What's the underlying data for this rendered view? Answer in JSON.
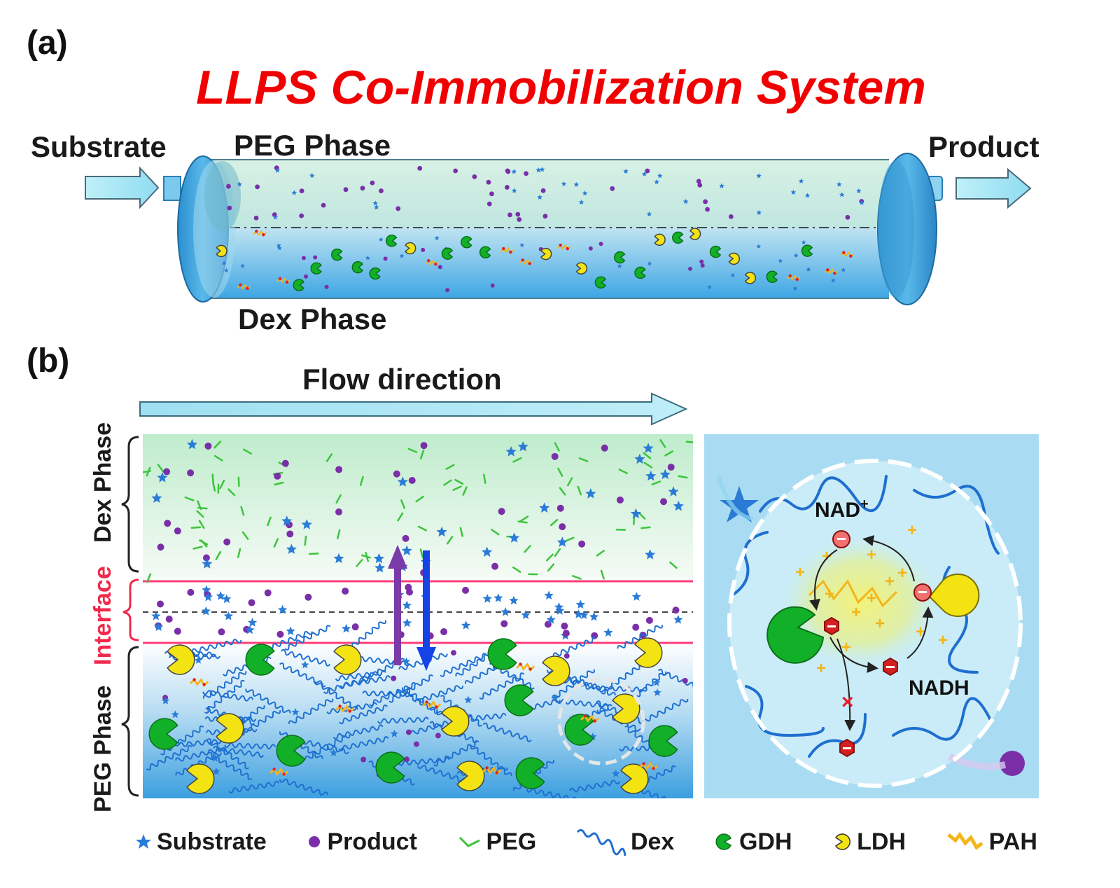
{
  "panel_a": {
    "label": "(a)",
    "title": "LLPS Co-Immobilization System",
    "substrate_label": "Substrate",
    "top_phase_label": "PEG Phase",
    "bottom_phase_label": "Dex Phase",
    "product_label": "Product"
  },
  "panel_b": {
    "label": "(b)",
    "flow_label": "Flow direction",
    "side_top": "Dex Phase",
    "side_interface": "Interface",
    "side_bottom": "PEG Phase",
    "inset_nad_plus": "NAD",
    "inset_nad_plus_sup": "+",
    "inset_nadh": "NADH"
  },
  "legend": {
    "items": [
      {
        "label": "Substrate",
        "icon": "star-icon"
      },
      {
        "label": "Product",
        "icon": "dot-icon"
      },
      {
        "label": "PEG",
        "icon": "peg-strand-icon"
      },
      {
        "label": "Dex",
        "icon": "dex-wave-icon"
      },
      {
        "label": "GDH",
        "icon": "gdh-icon"
      },
      {
        "label": "LDH",
        "icon": "ldh-icon"
      },
      {
        "label": "PAH",
        "icon": "pah-icon"
      }
    ]
  },
  "colors": {
    "title": "#f00000",
    "substrate": "#2a7bd6",
    "product": "#7a2fa8",
    "peg": "#3cc43c",
    "dex": "#1f6fd0",
    "gdh": "#12b028",
    "ldh": "#f3e313",
    "pah": "#f3b51a",
    "interface": "#ff3c7a",
    "arrow_up": "#7a3aa8",
    "arrow_down": "#1444e6"
  }
}
